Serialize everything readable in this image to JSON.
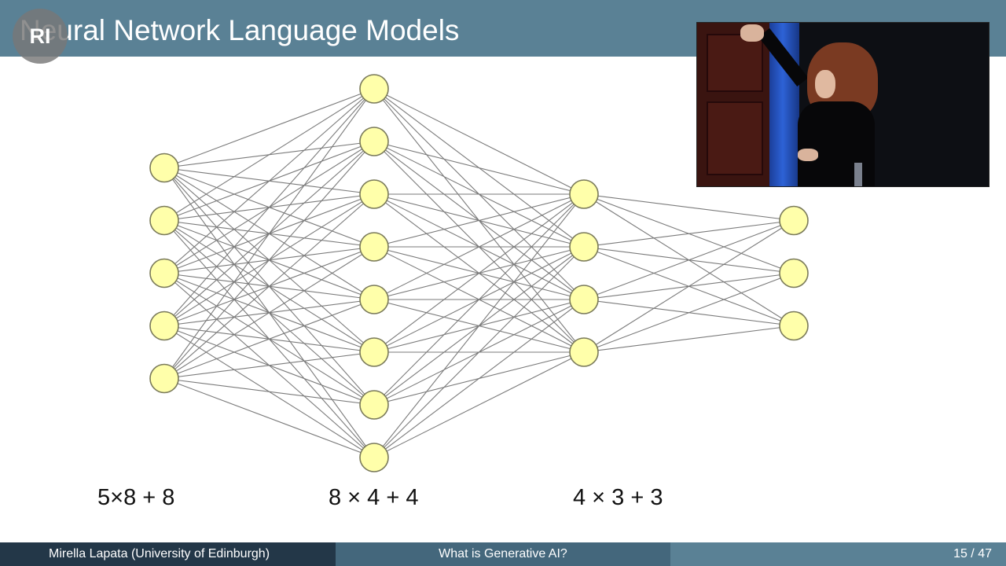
{
  "slide": {
    "title": "Neural Network Language Models",
    "logo_text": "RI"
  },
  "network": {
    "layer_sizes": [
      5,
      8,
      4,
      3
    ],
    "fully_connected": true,
    "node_fill": "#ffffaa",
    "node_stroke": "#7a7a5a",
    "edge_color": "#7a7a7a"
  },
  "formulas": [
    {
      "text": "5×8 + 8"
    },
    {
      "text": "8 × 4 + 4"
    },
    {
      "text": "4 × 3 + 3"
    }
  ],
  "footer": {
    "author": "Mirella Lapata  (University of Edinburgh)",
    "talk_title": "What is Generative AI?",
    "page": "15 / 47"
  },
  "colors": {
    "header_bg": "#5a8195",
    "footer_left": "#233748",
    "footer_mid": "#44677c",
    "footer_right": "#5a8195"
  }
}
